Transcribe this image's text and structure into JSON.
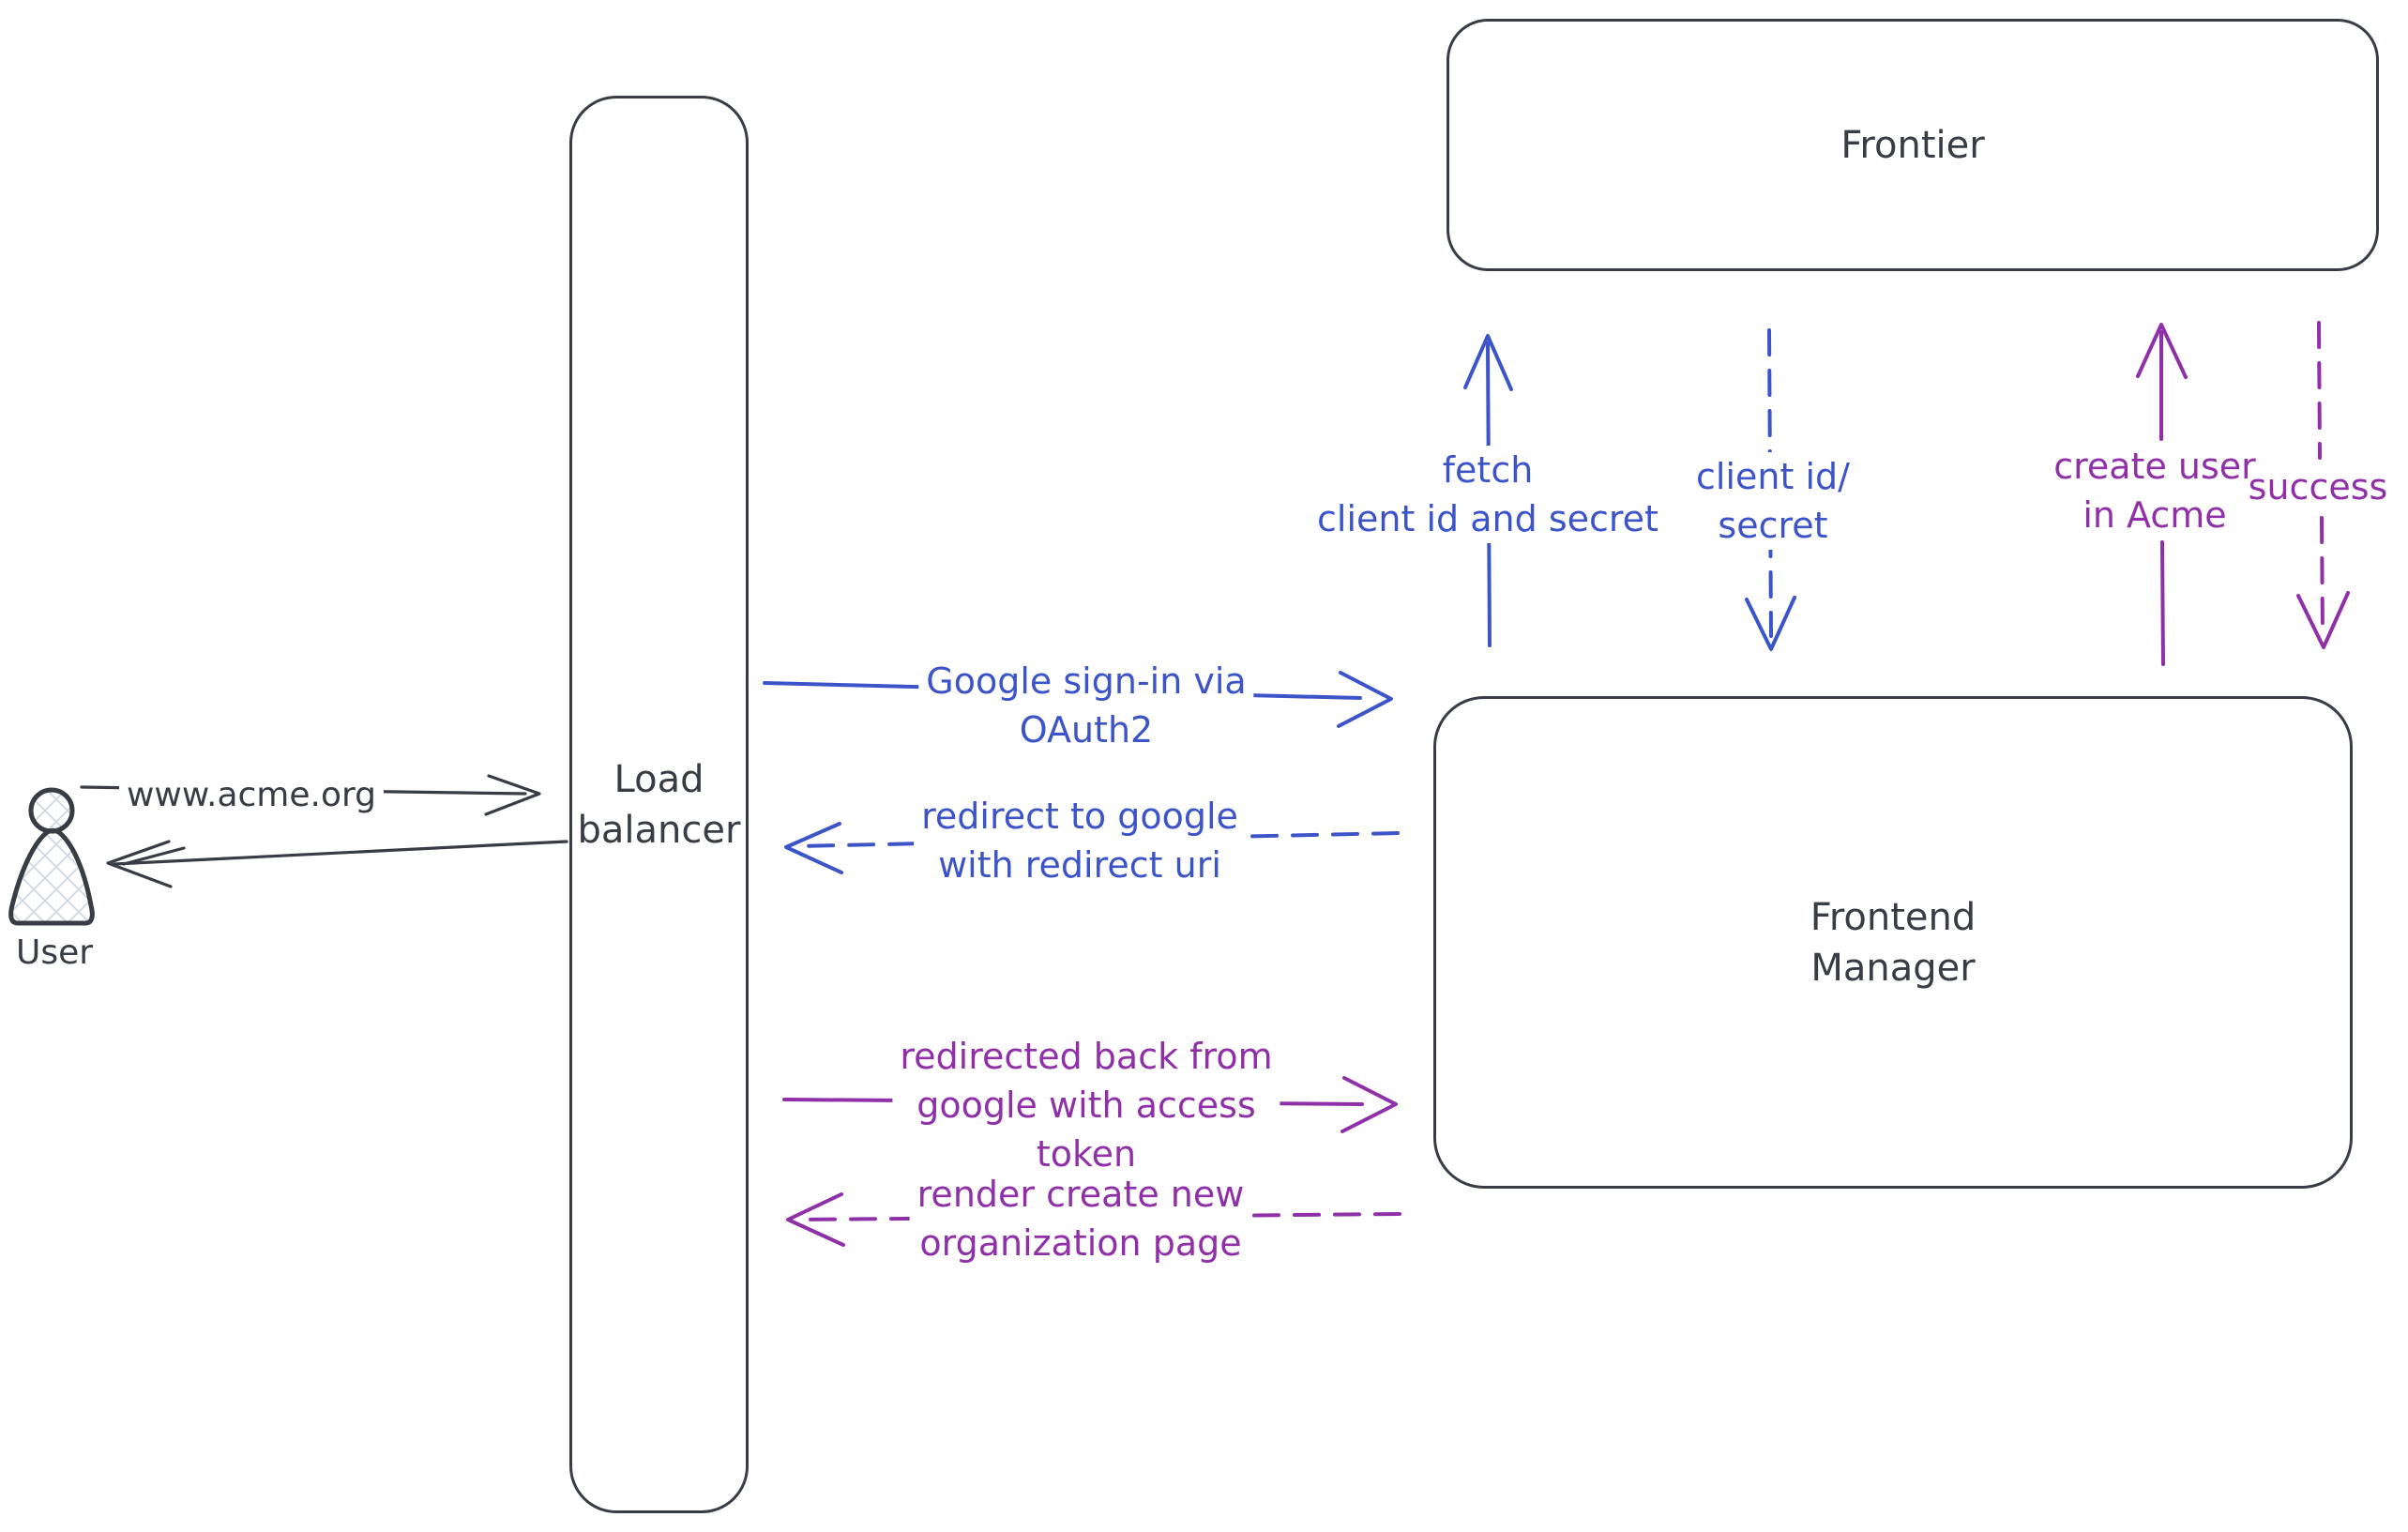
{
  "colors": {
    "background": "#ffffff",
    "dark": "#373c45",
    "blue": "#3c54c8",
    "purple": "#9030a8",
    "hatch": "#d3dae2"
  },
  "nodes": {
    "user": {
      "label": "User"
    },
    "load_balancer": {
      "lines": [
        "Load",
        "balancer"
      ]
    },
    "frontier": {
      "label": "Frontier"
    },
    "frontend_manager": {
      "lines": [
        "Frontend",
        "Manager"
      ]
    }
  },
  "arrows": {
    "www_request": {
      "from": "user",
      "to": "load-balancer",
      "style": "solid",
      "color": "dark",
      "label": "www.acme.org"
    },
    "www_response": {
      "from": "load-balancer",
      "to": "user",
      "style": "solid",
      "color": "dark",
      "label": ""
    },
    "google_signin": {
      "from": "load-balancer",
      "to": "frontend-manager",
      "style": "solid",
      "color": "blue",
      "lines": [
        "Google sign-in via",
        "OAuth2"
      ]
    },
    "redirect_google": {
      "from": "frontend-manager",
      "to": "load-balancer",
      "style": "dashed",
      "color": "blue",
      "lines": [
        "redirect to google",
        "with redirect uri"
      ]
    },
    "fetch_creds": {
      "from": "frontend-manager",
      "to": "frontier",
      "style": "solid",
      "color": "blue",
      "lines": [
        "fetch",
        "client id and secret"
      ]
    },
    "client_creds": {
      "from": "frontier",
      "to": "frontend-manager",
      "style": "dashed",
      "color": "blue",
      "lines": [
        "client id/",
        "secret"
      ]
    },
    "create_user": {
      "from": "frontend-manager",
      "to": "frontier",
      "style": "solid",
      "color": "purple",
      "lines": [
        "create user",
        "in Acme"
      ]
    },
    "success": {
      "from": "frontier",
      "to": "frontend-manager",
      "style": "dashed",
      "color": "purple",
      "label": "success"
    },
    "redirected_back": {
      "from": "load-balancer",
      "to": "frontend-manager",
      "style": "solid",
      "color": "purple",
      "lines": [
        "redirected back from",
        "google with access",
        "token"
      ]
    },
    "render_org": {
      "from": "frontend-manager",
      "to": "load-balancer",
      "style": "dashed",
      "color": "purple",
      "lines": [
        "render create new",
        "organization page"
      ]
    }
  }
}
